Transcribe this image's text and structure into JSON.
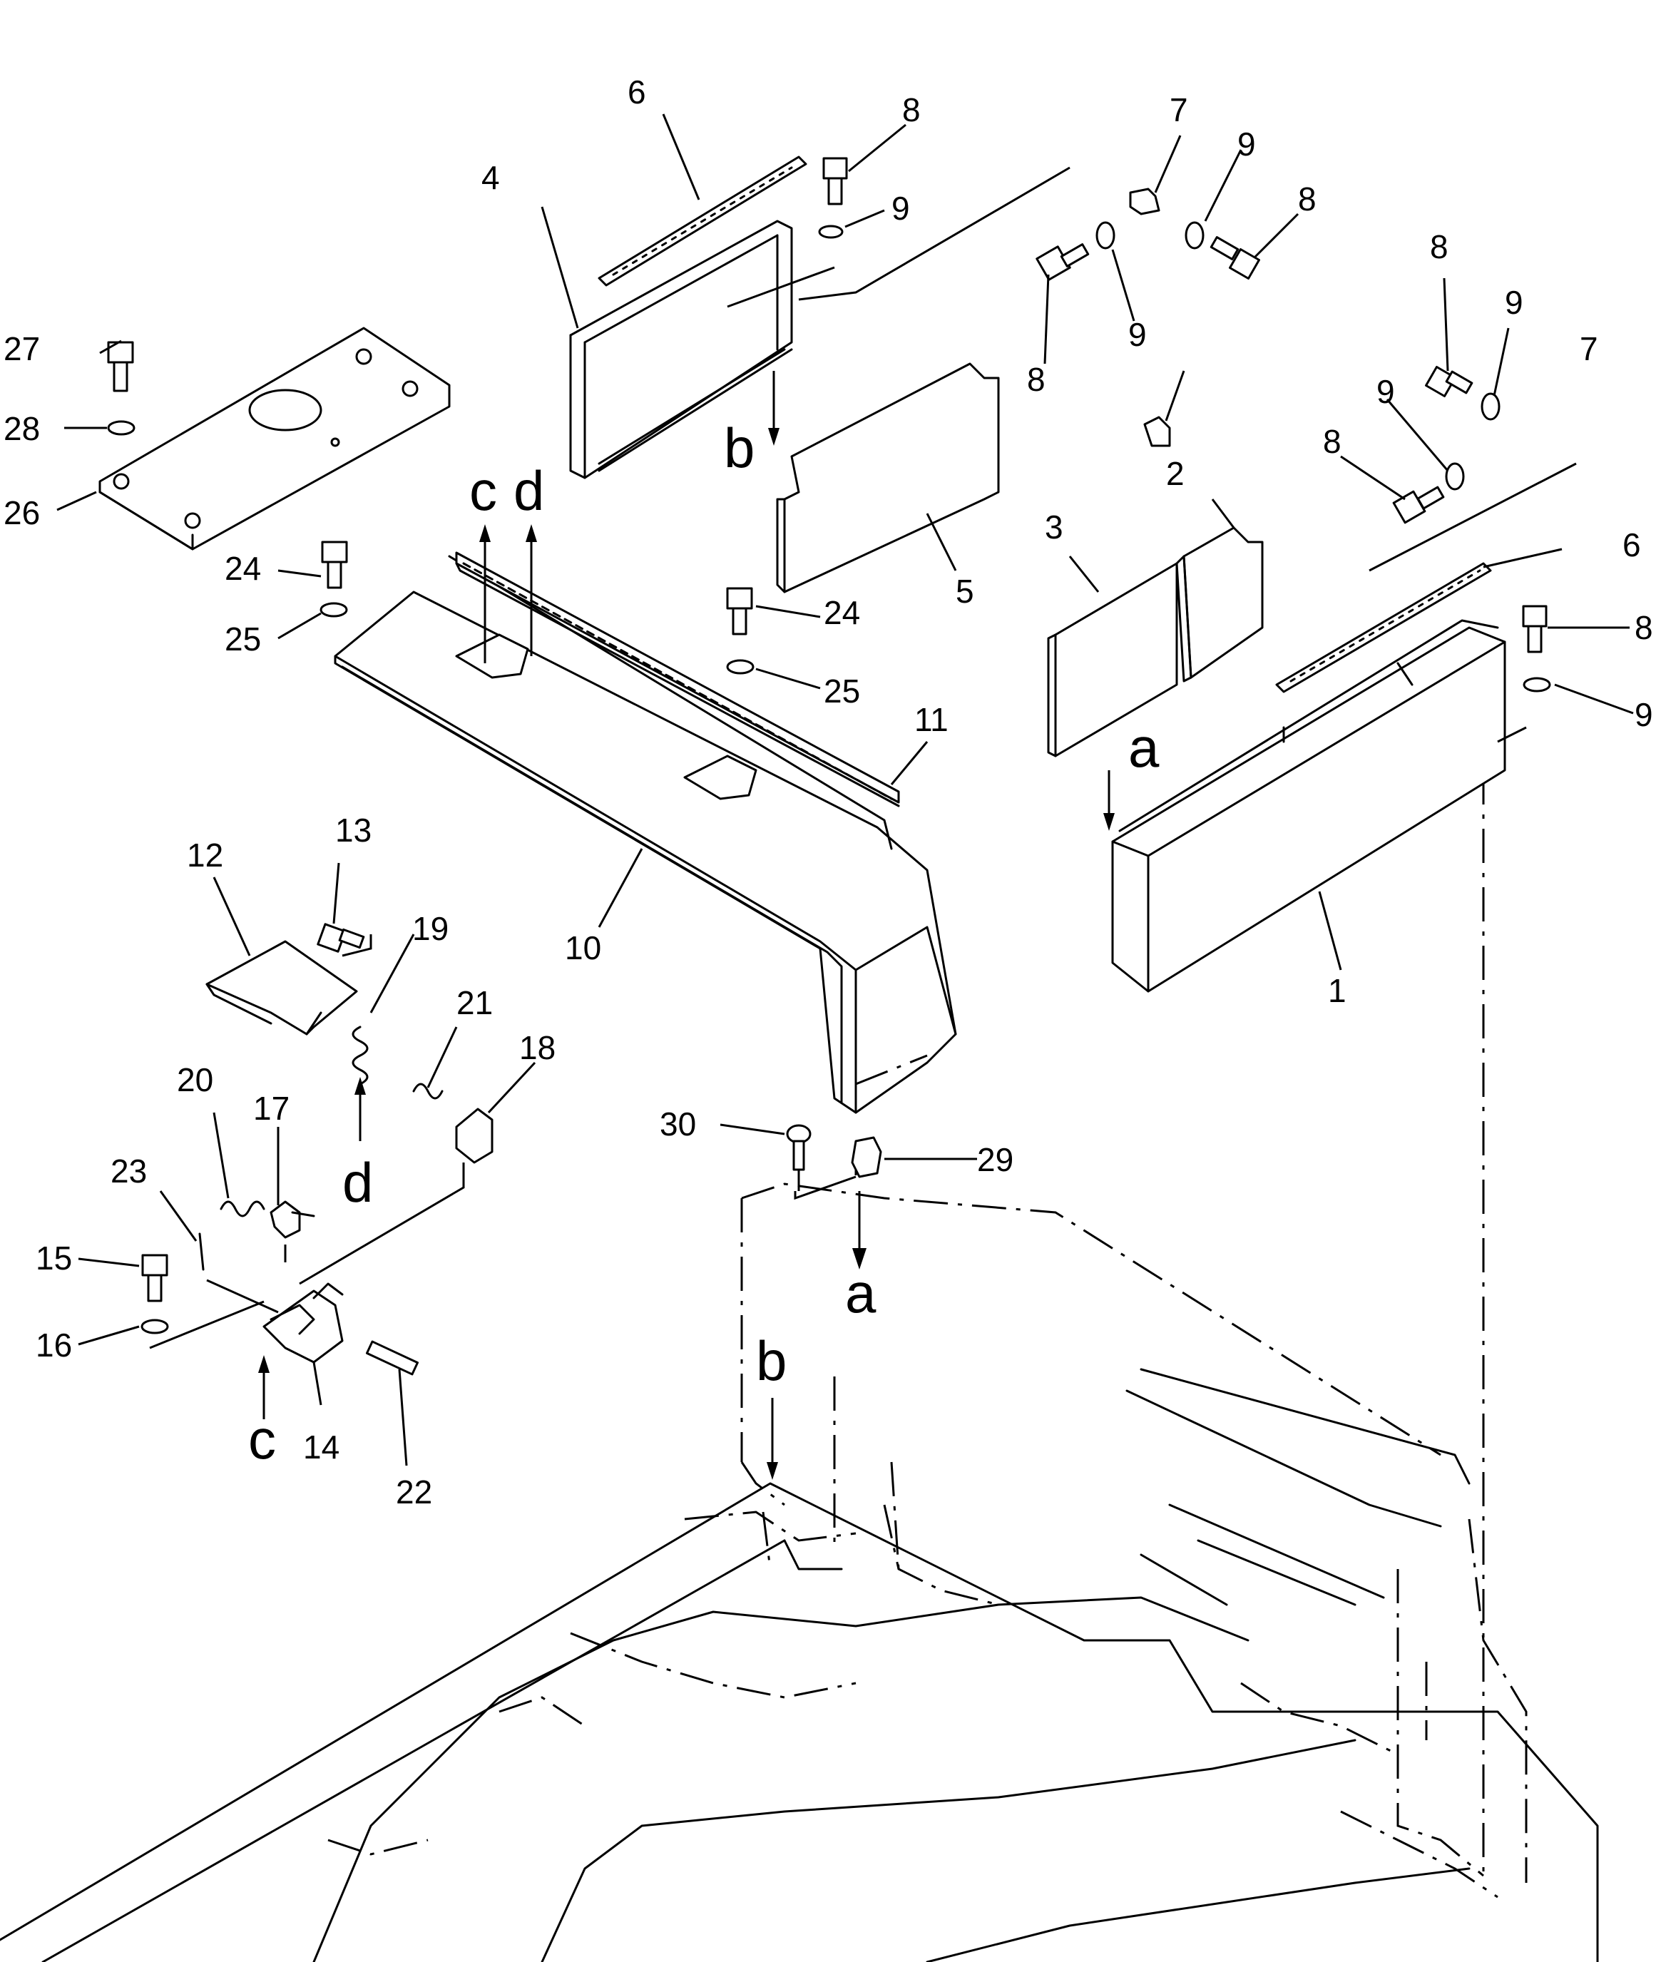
{
  "diagram": {
    "part_numbers": [
      "1",
      "2",
      "3",
      "4",
      "5",
      "6",
      "6",
      "7",
      "7",
      "8",
      "8",
      "8",
      "8",
      "8",
      "8",
      "9",
      "9",
      "9",
      "9",
      "9",
      "9",
      "10",
      "11",
      "12",
      "13",
      "14",
      "15",
      "16",
      "17",
      "18",
      "19",
      "20",
      "21",
      "22",
      "23",
      "24",
      "24",
      "25",
      "25",
      "26",
      "27",
      "28",
      "29",
      "30"
    ],
    "reference_letters": [
      "a",
      "a",
      "b",
      "b",
      "c",
      "c",
      "d",
      "d"
    ]
  }
}
